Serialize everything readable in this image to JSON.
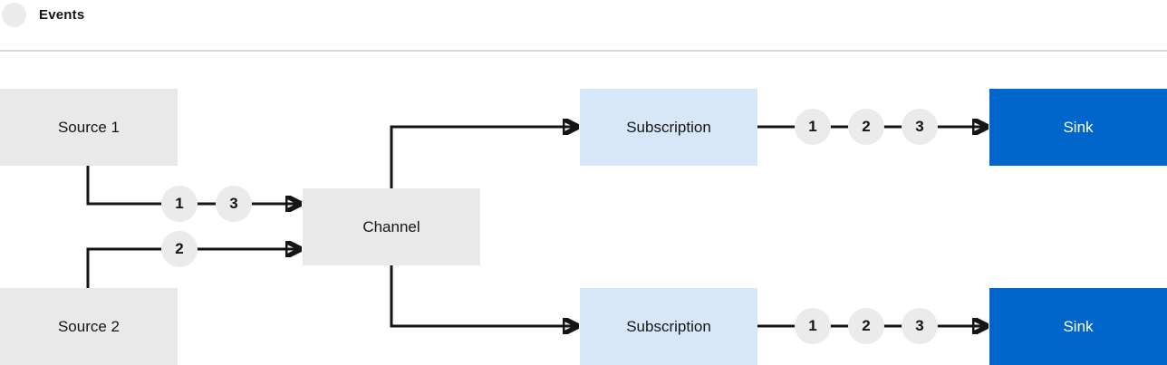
{
  "legend": {
    "label": "Events"
  },
  "colors": {
    "box_gray": "#e9e9e9",
    "subscription_blue": "#d7e7f8",
    "sink_blue": "#0066cc",
    "circle_gray": "#ebebeb",
    "line": "#151515",
    "divider": "#d9d9d9",
    "text_dark": "#151515",
    "text_light": "#ffffff"
  },
  "nodes": {
    "source1": "Source 1",
    "source2": "Source 2",
    "channel": "Channel",
    "subscription_top": "Subscription",
    "subscription_bottom": "Subscription",
    "sink_top": "Sink",
    "sink_bottom": "Sink"
  },
  "event_markers": {
    "source1_to_channel": [
      "1",
      "3"
    ],
    "source2_to_channel": [
      "2"
    ],
    "subscription_top_to_sink": [
      "1",
      "2",
      "3"
    ],
    "subscription_bottom_to_sink": [
      "1",
      "2",
      "3"
    ]
  }
}
